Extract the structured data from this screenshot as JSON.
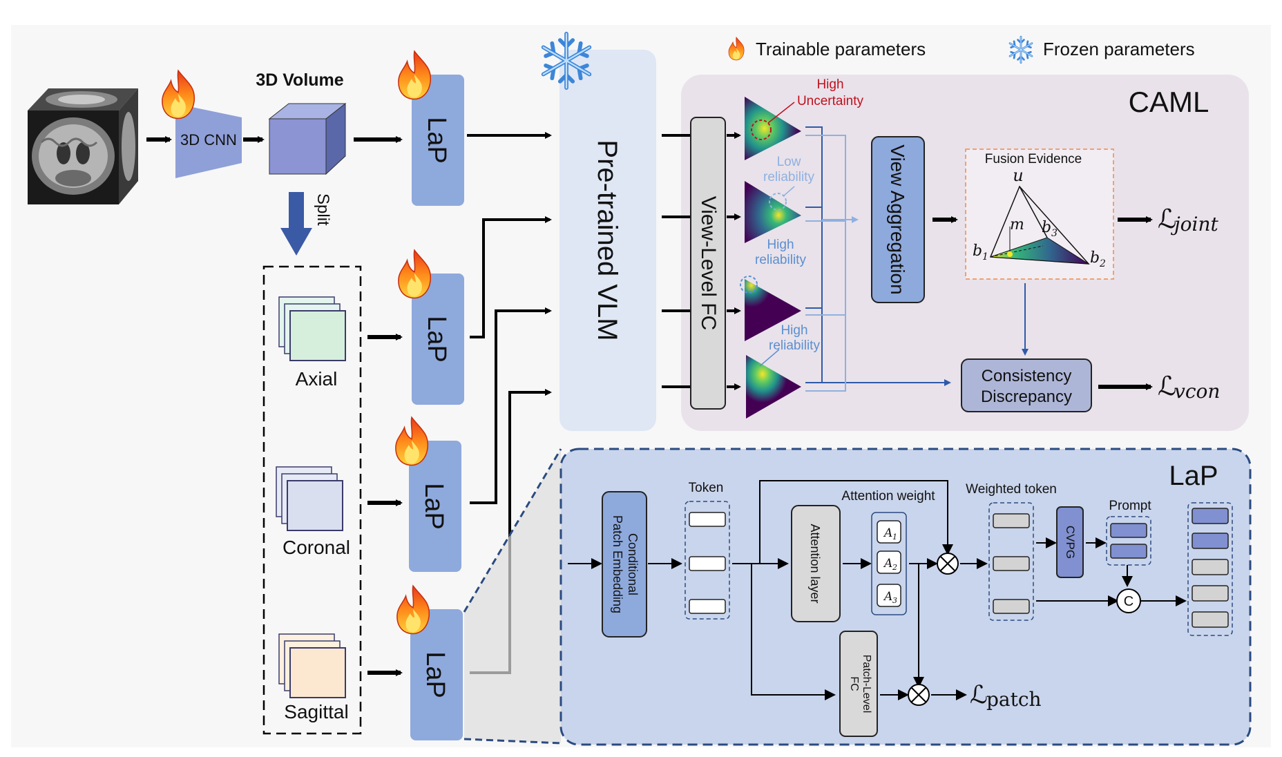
{
  "legend": {
    "trainable": "Trainable parameters",
    "frozen": "Frozen parameters"
  },
  "labels": {
    "volume": "3D Volume",
    "cnn": "3D CNN",
    "split": "Split",
    "lap": "LaP",
    "vlm": "Pre-trained VLM",
    "view_fc": "View-Level FC",
    "view_agg": "View Aggregation",
    "caml": "CAML",
    "fusion": "Fusion Evidence",
    "consistency_1": "Consistency",
    "consistency_2": "Discrepancy",
    "high_uncertainty_1": "High",
    "high_uncertainty_2": "Uncertainty",
    "low_rel_1": "Low",
    "low_rel_2": "reliability",
    "high_rel_1": "High",
    "high_rel_2": "reliability",
    "high_rel2_1": "High",
    "high_rel2_2": "reliability"
  },
  "views": {
    "axial": "Axial",
    "coronal": "Coronal",
    "sagittal": "Sagittal"
  },
  "simplex": {
    "u": "u",
    "m": "m",
    "b1": "b",
    "b1_sub": "1",
    "b2": "b",
    "b2_sub": "2",
    "b3": "b",
    "b3_sub": "3"
  },
  "losses": {
    "joint": "ℒ",
    "joint_sub": "joint",
    "vcon": "ℒ",
    "vcon_sub": "vcon",
    "patch": "ℒ",
    "patch_sub": "patch"
  },
  "lap_detail": {
    "title": "LaP",
    "cpe_1": "Conditional",
    "cpe_2": "Patch Embedding",
    "token": "Token",
    "attention_weight": "Attention weight",
    "attention_layer": "Attention layer",
    "a1": "A",
    "a1_sub": "1",
    "a2": "A",
    "a2_sub": "2",
    "a3": "A",
    "a3_sub": "3",
    "weighted_token": "Weighted token",
    "cvpg": "CVPG",
    "prompt": "Prompt",
    "concat": "C",
    "patch_fc_1": "Patch-Level",
    "patch_fc_2": "FC"
  },
  "colors": {
    "lap": "#8ea9dc",
    "vlm": "#dfe6f4",
    "caml_bg": "#e9e2ea",
    "detail_bg": "#c9d5ec",
    "uncertainty_red": "#c0101e",
    "reliability_blue": "#5a8fd0"
  },
  "icons": {
    "flame": "flame-icon",
    "snowflake": "snowflake-icon"
  }
}
